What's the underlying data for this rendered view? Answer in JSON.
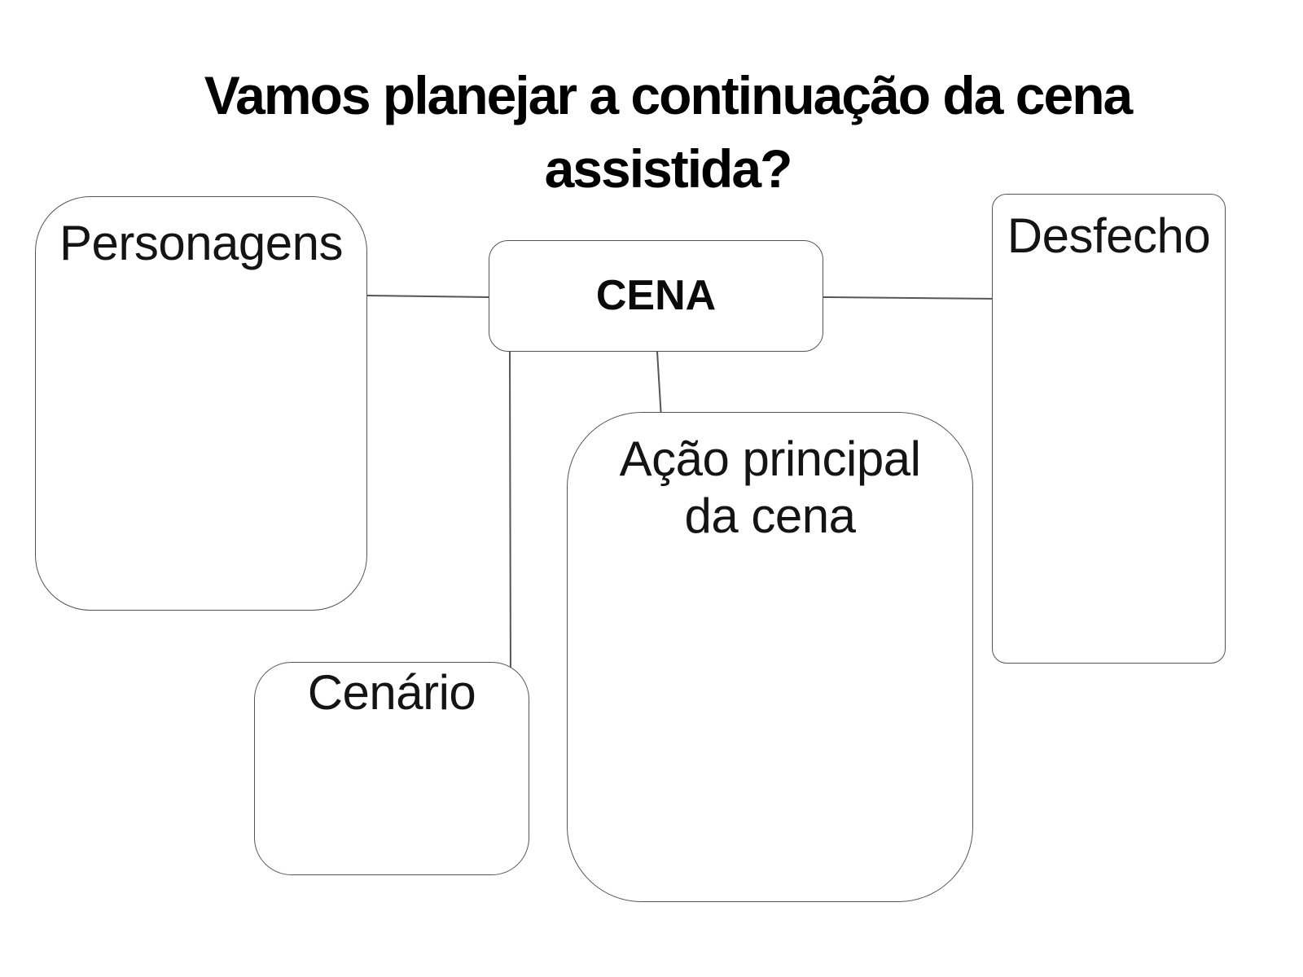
{
  "slide": {
    "title": "Vamos planejar a continuação da cena assistida?"
  },
  "nodes": {
    "cena": {
      "label": "CENA"
    },
    "personagens": {
      "label": "Personagens"
    },
    "desfecho": {
      "label": "Desfecho"
    },
    "cenario": {
      "label": "Cenário"
    },
    "acao": {
      "label": "Ação principal da cena"
    }
  },
  "edges": [
    {
      "from": "CENA",
      "to": "Personagens"
    },
    {
      "from": "CENA",
      "to": "Desfecho"
    },
    {
      "from": "CENA",
      "to": "Cenário"
    },
    {
      "from": "CENA",
      "to": "Ação principal da cena"
    }
  ],
  "colors": {
    "background": "#ffffff",
    "node_fill": "#ffffff",
    "node_border": "#545454",
    "connector": "#565656",
    "title_text": "#000000",
    "label_text": "#141414"
  }
}
